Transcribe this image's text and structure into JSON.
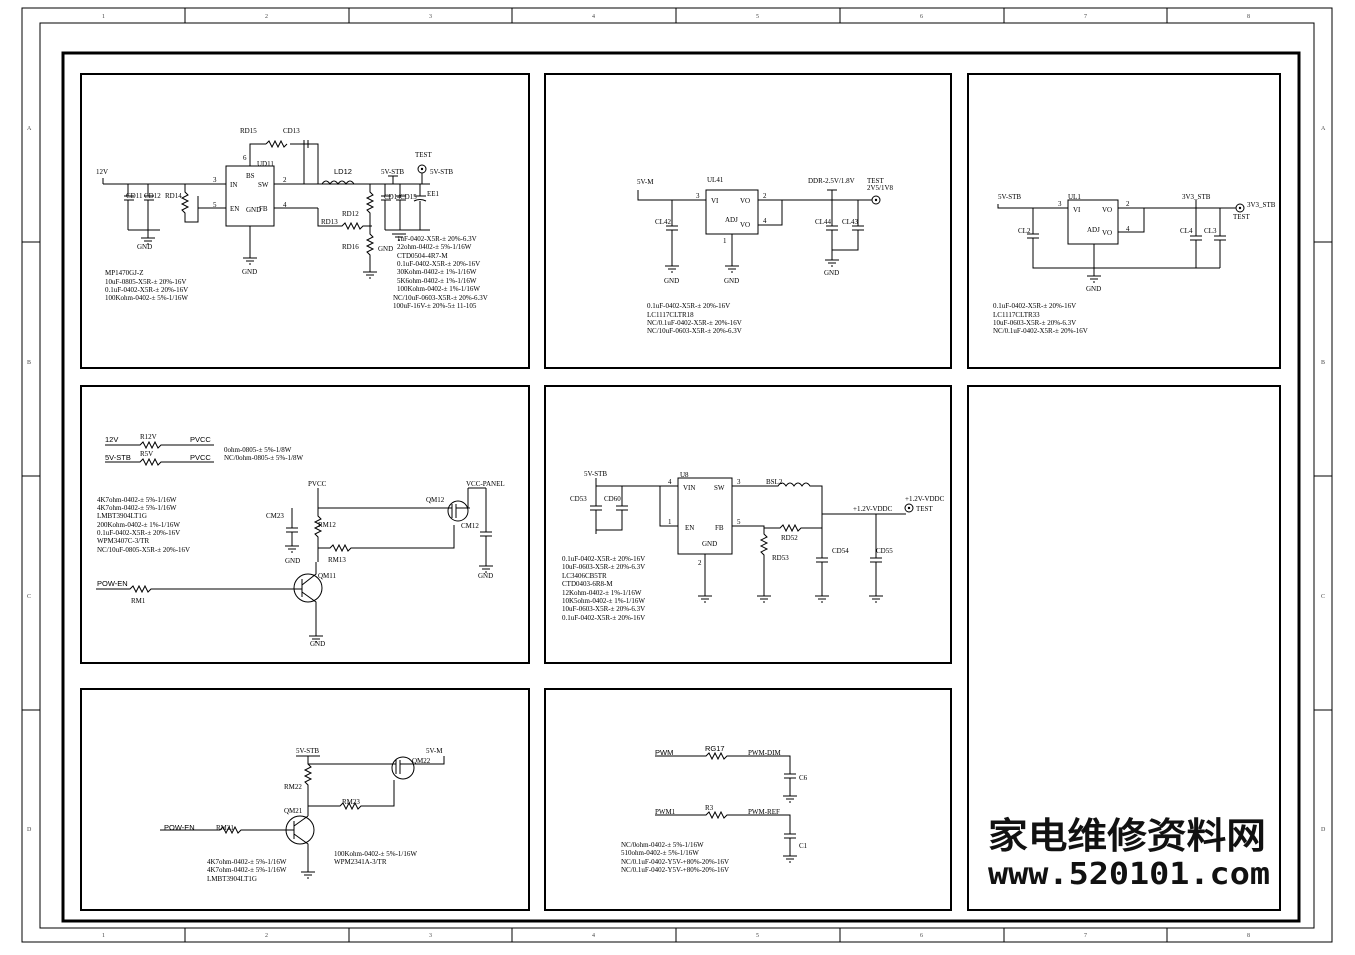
{
  "grid": {
    "cols": [
      "1",
      "2",
      "3",
      "4",
      "5",
      "6",
      "7",
      "8"
    ],
    "rows": [
      "A",
      "B",
      "C",
      "D"
    ]
  },
  "p1": {
    "rd15": "RD15",
    "cd13": "CD13",
    "ud11": "UD11",
    "bs": "BS",
    "ld12": "LD12",
    "test": "TEST",
    "v5stb": "5V-STB",
    "v5stb2": "5V-STB",
    "v12": "12V",
    "n3": "3",
    "in": "IN",
    "sw": "SW",
    "n2": "2",
    "n6": "6",
    "cd11": "CD11",
    "cd12": "CD12",
    "rd14": "RD14",
    "n5": "5",
    "en": "EN",
    "gnd": "GND",
    "fb": "FB",
    "n4": "4",
    "rd12": "RD12",
    "rd13": "RD13",
    "rd16": "RD16",
    "cd14": "CD14",
    "cd15": "CD15",
    "ee1": "EE1",
    "gndl": "GND",
    "gndm": "GND",
    "gndr": "GND",
    "notes_r": [
      "1uF-0402-X5R-± 20%-6.3V",
      "22ohm-0402-± 5%-1/16W",
      "CTD0504-4R7-M",
      "0.1uF-0402-X5R-± 20%-16V",
      "30Kohm-0402-± 1%-1/16W",
      "5K6ohm-0402-± 1%-1/16W",
      "100Kohm-0402-± 1%-1/16W",
      "NC/10uF-0603-X5R-± 20%-6.3V",
      "100uF-16V-± 20%-5± 11-105"
    ],
    "notes_l": [
      "MP1470GJ-Z",
      "10uF-0805-X5R-± 20%-16V",
      "0.1uF-0402-X5R-± 20%-16V",
      "100Kohm-0402-± 5%-1/16W"
    ]
  },
  "p2": {
    "v5m": "5V-M",
    "ul41": "UL41",
    "n3": "3",
    "vi": "VI",
    "vo": "VO",
    "n2": "2",
    "vo2": "VO",
    "n4": "4",
    "adj": "ADJ",
    "n1": "1",
    "ddr": "DDR-2.5V/1.8V",
    "test": "TEST",
    "v251": "2V5/1V8",
    "cl42": "CL42",
    "cl44": "CL44",
    "cl43": "CL43",
    "gnd1": "GND",
    "gnd2": "GND",
    "gnd3": "GND",
    "notes": [
      "0.1uF-0402-X5R-± 20%-16V",
      "LC1117CLTR18",
      "NC/0.1uF-0402-X5R-± 20%-16V",
      "NC/10uF-0603-X5R-± 20%-6.3V"
    ]
  },
  "p3": {
    "v5stb": "5V-STB",
    "ul1": "UL1",
    "n3": "3",
    "vi": "VI",
    "vo": "VO",
    "n2": "2",
    "vo2": "VO",
    "n4": "4",
    "adj": "ADJ",
    "v3stb": "3V3_STB",
    "v3stb2": "3V3_STB",
    "test": "TEST",
    "cl2": "CL2",
    "cl4": "CL4",
    "cl3": "CL3",
    "gnd": "GND",
    "notes": [
      "0.1uF-0402-X5R-± 20%-16V",
      "LC1117CLTR33",
      "10uF-0603-X5R-± 20%-6.3V",
      "NC/0.1uF-0402-X5R-± 20%-16V"
    ]
  },
  "p4": {
    "v12": "12V",
    "r12v": "R12V",
    "pvcc1": "PVCC",
    "v5stb": "5V-STB",
    "r5v": "R5V",
    "pvcc2": "PVCC",
    "n1": "0ohm-0805-± 5%-1/8W",
    "n2": "NC/0ohm-0805-± 5%-1/8W",
    "pvcc3": "PVCC",
    "vccp": "VCC-PANEL",
    "qm12": "QM12",
    "cm23": "CM23",
    "rm12": "RM12",
    "cm12": "CM12",
    "rm13": "RM13",
    "qm11": "QM11",
    "powen": "POW-EN",
    "rm1": "RM1",
    "gnd1": "GND",
    "gnd2": "GND",
    "gnd3": "GND",
    "notes": [
      "4K7ohm-0402-± 5%-1/16W",
      "4K7ohm-0402-± 5%-1/16W",
      "LMBT3904LT1G",
      "200Kohm-0402-± 1%-1/16W",
      "0.1uF-0402-X5R-± 20%-16V",
      "WPM3407C-3/TR",
      "NC/10uF-0805-X5R-± 20%-16V"
    ]
  },
  "p5": {
    "v5stb": "5V-STB",
    "u8": "U8",
    "vin": "VIN",
    "sw": "SW",
    "n4": "4",
    "n3": "3",
    "bsl2": "BSL2",
    "en": "EN",
    "fb": "FB",
    "n1": "1",
    "n5": "5",
    "gnd": "GND",
    "n2": "2",
    "cd53": "CD53",
    "cd60": "CD60",
    "rd52": "RD52",
    "rd53": "RD53",
    "cd54": "CD54",
    "cd55": "CD55",
    "vddc1": "+1.2V-VDDC",
    "vddc2": "+1.2V-VDDC",
    "test": "TEST",
    "notes": [
      "0.1uF-0402-X5R-± 20%-16V",
      "10uF-0603-X5R-± 20%-6.3V",
      "LC3406CB5TR",
      "CTD0403-6R8-M",
      "12Kohm-0402-± 1%-1/16W",
      "10K5ohm-0402-± 1%-1/16W",
      "10uF-0603-X5R-± 20%-6.3V",
      "0.1uF-0402-X5R-± 20%-16V"
    ]
  },
  "p6": {
    "v5stb": "5V-STB",
    "v5m": "5V-M",
    "qm22": "QM22",
    "rm22": "RM22",
    "rm23": "RM23",
    "qm21": "QM21",
    "powen": "POW-EN",
    "rm21": "RM21",
    "notes_l": [
      "4K7ohm-0402-± 5%-1/16W",
      "4K7ohm-0402-± 5%-1/16W",
      "LMBT3904LT1G"
    ],
    "notes_r": [
      "100Kohm-0402-± 5%-1/16W",
      "WPM2341A-3/TR"
    ]
  },
  "p7": {
    "pwm": "PWM",
    "rg17": "RG17",
    "pwmdim": "PWM-DIM",
    "c6": "C6",
    "pwm1": "PWM1",
    "r3": "R3",
    "pwmref": "PWM-REF",
    "c1": "C1",
    "notes": [
      "NC/0ohm-0402-± 5%-1/16W",
      "510ohm-0402-± 5%-1/16W",
      "NC/0.1uF-0402-Y5V-+80%-20%-16V",
      "NC/0.1uF-0402-Y5V-+80%-20%-16V"
    ]
  },
  "watermark": {
    "cn": "家电维修资料网",
    "url": "www.520101.com"
  }
}
